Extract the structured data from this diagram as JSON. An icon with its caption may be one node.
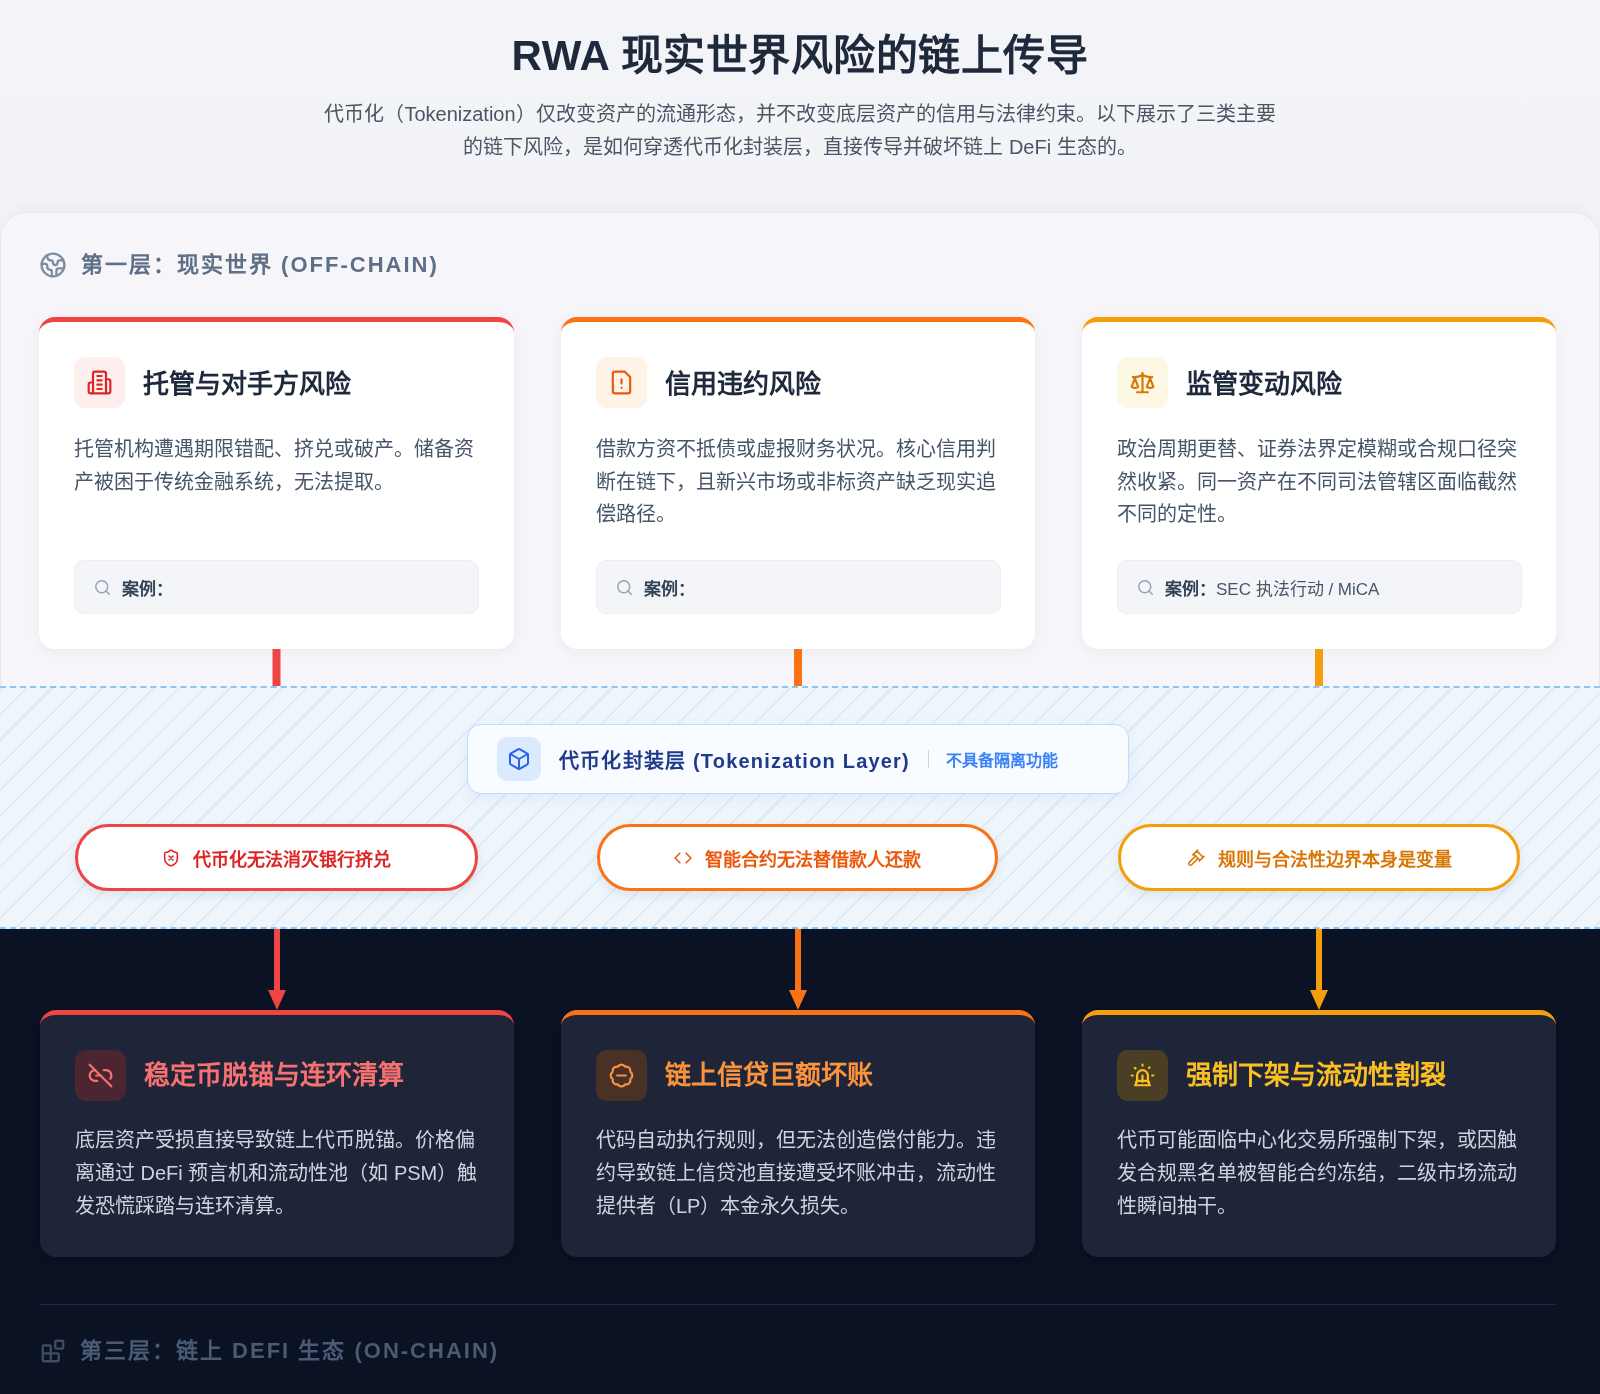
{
  "diagram": {
    "title": "RWA 现实世界风险的链上传导",
    "nodes": [
      {
        "text": [
          "第一层：现实世界 (OFF-CHAIN)"
        ]
      },
      {
        "text": [
          "托管与对手方风险",
          "托管机构遭遇期限错配、挤兑或破产。储备资产被困于传统金融系统，无法提取。"
        ],
        "in": 0
      },
      {
        "text": [
          "案例："
        ],
        "in": 1
      },
      {
        "text": [
          "信用违约风险",
          "借款方资不抵债或虚报财务状况。核心信用判断在链下，且新兴市场或非标资产缺乏现实追偿路径。"
        ],
        "in": 0
      },
      {
        "text": [
          "案例："
        ],
        "in": 3
      },
      {
        "text": [
          "监管变动风险",
          "政治周期更替、证券法界定模糊或合规口径突然收紧。同一资产在不同司法管辖区面临截然不同的定性。"
        ],
        "in": 0
      },
      {
        "text": [
          "案例：",
          "SEC 执法行动 / MiCA"
        ],
        "in": 5
      },
      {
        "text": [],
        "shape": "band"
      },
      {
        "text": [
          "代币化封装层 (Tokenization Layer)",
          "不具备隔离功能"
        ],
        "in": 7
      },
      {
        "text": [
          "代币化无法消灭银行挤兑"
        ],
        "in": 7
      },
      {
        "text": [
          "智能合约无法替借款人还款"
        ],
        "in": 7
      },
      {
        "text": [
          "规则与合法性边界本身是变量"
        ],
        "in": 7
      },
      {
        "text": [
          "第三层：链上 DEFI 生态 (ON-CHAIN)"
        ]
      },
      {
        "text": [
          "稳定币脱锚与连环清算",
          "底层资产受损直接导致链上代币脱锚。价格偏离通过 DeFi 预言机和流动性池（如 PSM）触发恐慌踩踏与连环清算。"
        ],
        "in": 12
      },
      {
        "text": [
          "链上信贷巨额坏账",
          "代码自动执行规则，但无法创造偿付能力。违约导致链上信贷池直接遭受坏账冲击，流动性提供者（LP）本金永久损失。"
        ],
        "in": 12
      },
      {
        "text": [
          "强制下架与流动性割裂",
          "代币可能面临中心化交易所强制下架，或因触发合规黑名单被智能合约冻结，二级市场流动性瞬间抽干。"
        ],
        "in": 12
      }
    ],
    "edges": [
      {
        "from": 1,
        "to": 7,
        "arrow": "none",
        "color": "#ef4444"
      },
      {
        "from": 3,
        "to": 7,
        "arrow": "none",
        "color": "#f97316"
      },
      {
        "from": 5,
        "to": 7,
        "arrow": "none",
        "color": "#f59e0b"
      },
      {
        "from": 7,
        "to": 13,
        "arrow": "to",
        "color": "#ef4444"
      },
      {
        "from": 7,
        "to": 14,
        "arrow": "to",
        "color": "#f97316"
      },
      {
        "from": 7,
        "to": 15,
        "arrow": "to",
        "color": "#f59e0b"
      }
    ],
    "labels": [
      "代币化（Tokenization）仅改变资产的流通形态，并不改变底层资产的信用与法律约束。以下展示了三类主要的链下风险，是如何穿透代币化封装层，直接传导并破坏链上 DeFi 生态的。"
    ]
  }
}
